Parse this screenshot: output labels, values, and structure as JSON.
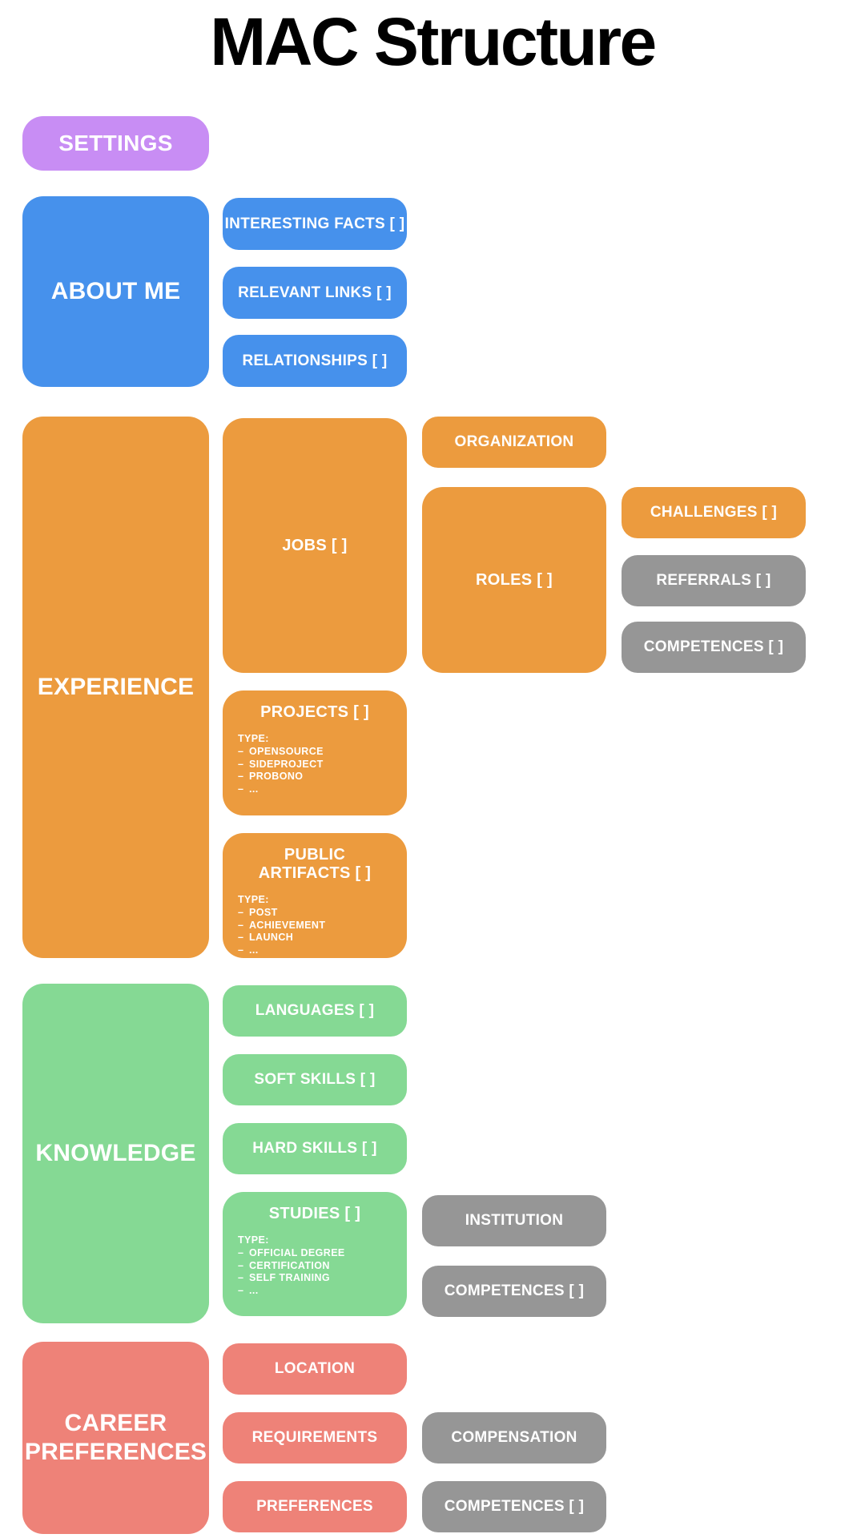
{
  "title": "MAC Structure",
  "colors": {
    "purple": "#C88DF4",
    "blue": "#4691EC",
    "orange": "#EC9B3E",
    "green": "#85D994",
    "salmon": "#EE8278",
    "gray": "#969696",
    "label_text": "#FFFFFF",
    "title_text": "#000000",
    "background": "#FFFFFF"
  },
  "settings": {
    "label": "SETTINGS"
  },
  "about_me": {
    "label": "ABOUT ME",
    "children": [
      {
        "label": "INTERESTING FACTS [ ]"
      },
      {
        "label": "RELEVANT LINKS [ ]"
      },
      {
        "label": "RELATIONSHIPS [ ]"
      }
    ]
  },
  "experience": {
    "label": "EXPERIENCE",
    "jobs": {
      "label": "JOBS [ ]"
    },
    "organization": {
      "label": "ORGANIZATION"
    },
    "roles": {
      "label": "ROLES [ ]"
    },
    "challenges": {
      "label": "CHALLENGES [ ]"
    },
    "referrals": {
      "label": "REFERRALS [ ]"
    },
    "competences": {
      "label": "COMPETENCES [ ]"
    },
    "projects": {
      "label": "PROJECTS [ ]",
      "type_title": "TYPE:",
      "types": [
        "OPENSOURCE",
        "SIDEPROJECT",
        "PROBONO",
        "..."
      ]
    },
    "public_artifacts": {
      "label": "PUBLIC ARTIFACTS [ ]",
      "type_title": "TYPE:",
      "types": [
        "POST",
        "ACHIEVEMENT",
        "LAUNCH",
        "..."
      ]
    }
  },
  "knowledge": {
    "label": "KNOWLEDGE",
    "languages": {
      "label": "LANGUAGES [ ]"
    },
    "soft_skills": {
      "label": "SOFT SKILLS [ ]"
    },
    "hard_skills": {
      "label": "HARD SKILLS [ ]"
    },
    "studies": {
      "label": "STUDIES [ ]",
      "type_title": "TYPE:",
      "types": [
        "OFFICIAL DEGREE",
        "CERTIFICATION",
        "SELF TRAINING",
        "..."
      ]
    },
    "institution": {
      "label": "INSTITUTION"
    },
    "competences": {
      "label": "COMPETENCES [ ]"
    }
  },
  "career_preferences": {
    "label": "CAREER PREFERENCES",
    "location": {
      "label": "LOCATION"
    },
    "requirements": {
      "label": "REQUIREMENTS"
    },
    "preferences": {
      "label": "PREFERENCES"
    },
    "compensation": {
      "label": "COMPENSATION"
    },
    "competences": {
      "label": "COMPETENCES [ ]"
    }
  }
}
